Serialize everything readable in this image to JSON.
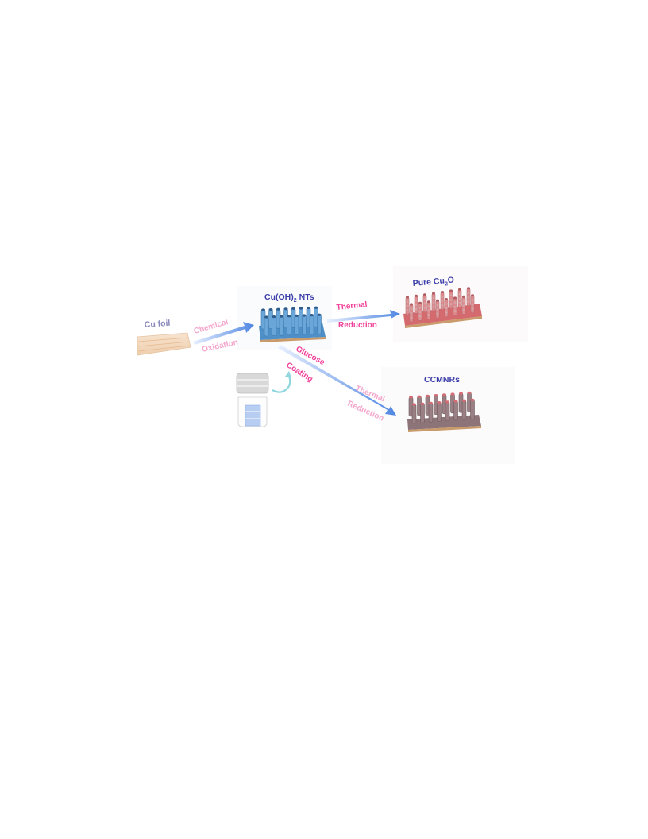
{
  "labels": {
    "cu_foil": "Cu foil",
    "cuoh2_prefix": "Cu(OH)",
    "cuoh2_sub": "2",
    "cuoh2_suffix": " NTs",
    "pure_prefix": "Pure Cu",
    "pure_sub": "2",
    "pure_suffix": "O",
    "ccmnrs": "CCMNRs"
  },
  "steps": {
    "oxidation_line1": "Chemical",
    "oxidation_line2": "Oxidation",
    "thermal1_line1": "Thermal",
    "thermal1_line2": "Reduction",
    "glucose_line1": "Glucose",
    "glucose_line2": "Coating",
    "thermal2_line1": "Thermal",
    "thermal2_line2": "Reduction"
  },
  "colors": {
    "title_blue": "#3d3faa",
    "step_pink": "#f0409a",
    "step_pink_faded": "#f4a6cc",
    "foil_label": "#8888bb",
    "foil": "#f3d9bf",
    "cuoh2_substrate": "#4f8fc7",
    "cuoh2_rod": "#6aa7d8",
    "cu2o_substrate": "#d46a6e",
    "cu2o_rod": "#c9767a",
    "ccmnr_substrate": "#8d7478",
    "ccmnr_rod": "#9a8084",
    "arrow": "#5b8fe0"
  }
}
